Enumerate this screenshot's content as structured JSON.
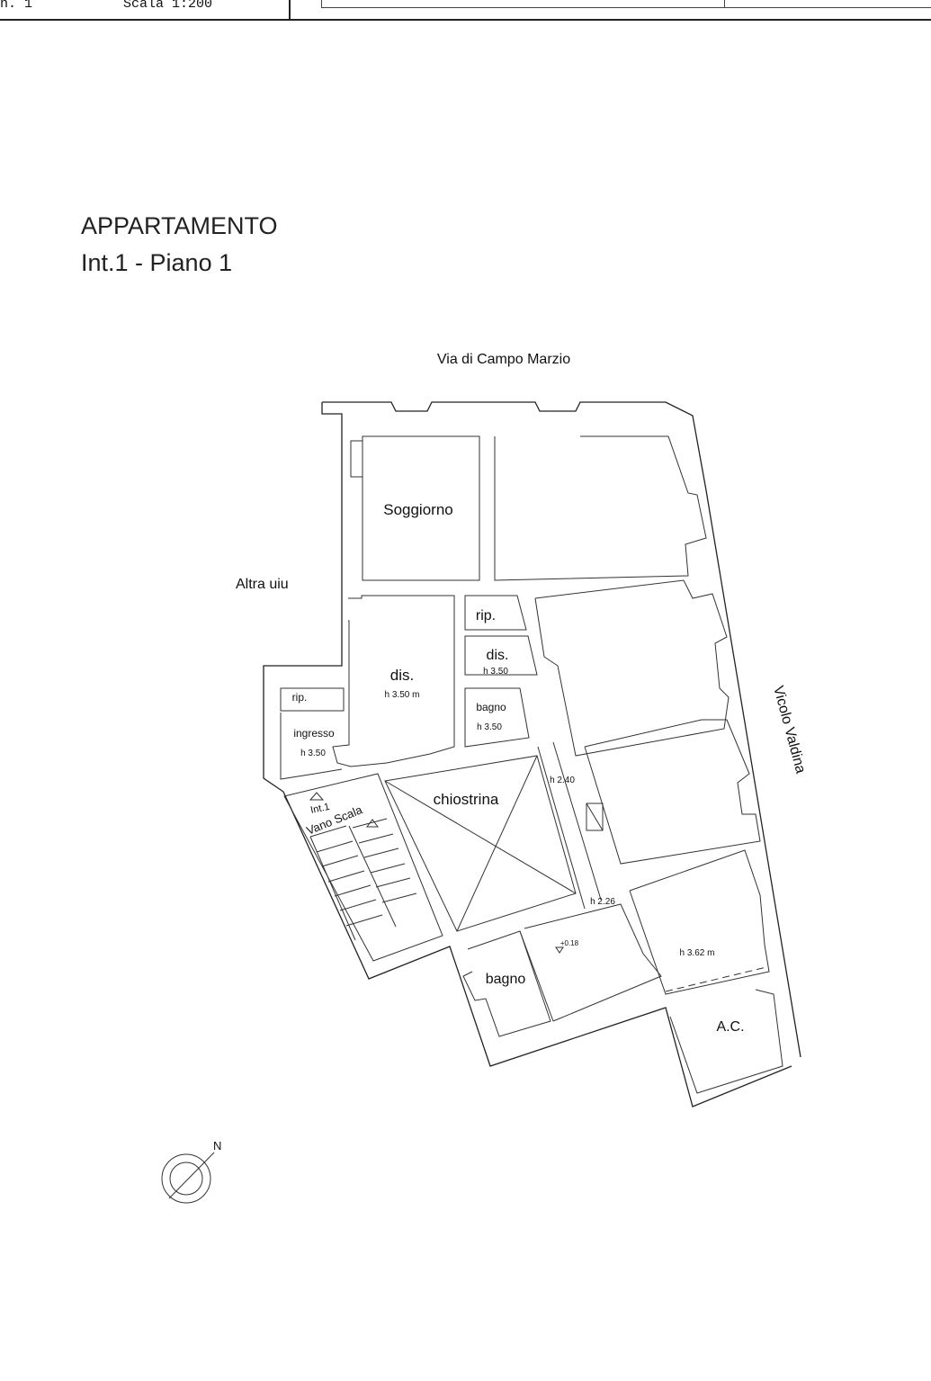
{
  "header": {
    "sheet": "n. 1",
    "scale": "Scala 1:200"
  },
  "title": {
    "line1": "APPARTAMENTO",
    "line2": "Int.1 - Piano 1"
  },
  "streets": {
    "top": "Via di Campo Marzio",
    "right": "Vicolo Valdina",
    "left": "Altra uiu"
  },
  "rooms": {
    "soggiorno": "Soggiorno",
    "rip_top": "rip.",
    "dis_small": "dis.",
    "dis_small_h": "h 3.50",
    "dis_main": "dis.",
    "dis_main_h": "h 3.50 m",
    "rip_left": "rip.",
    "ingresso": "ingresso",
    "ingresso_h": "h 3.50",
    "bagno1": "bagno",
    "bagno1_h": "h 3.50",
    "chiostrina": "chiostrina",
    "corridor_h": "h 2.40",
    "corridor2_h": "h 2.26",
    "level": "+0.18",
    "bagno2": "bagno",
    "room_h": "h 3.62 m",
    "ac": "A.C.",
    "int": "Int.1",
    "vano_scala": "Vano Scala"
  },
  "compass": {
    "north": "N"
  }
}
